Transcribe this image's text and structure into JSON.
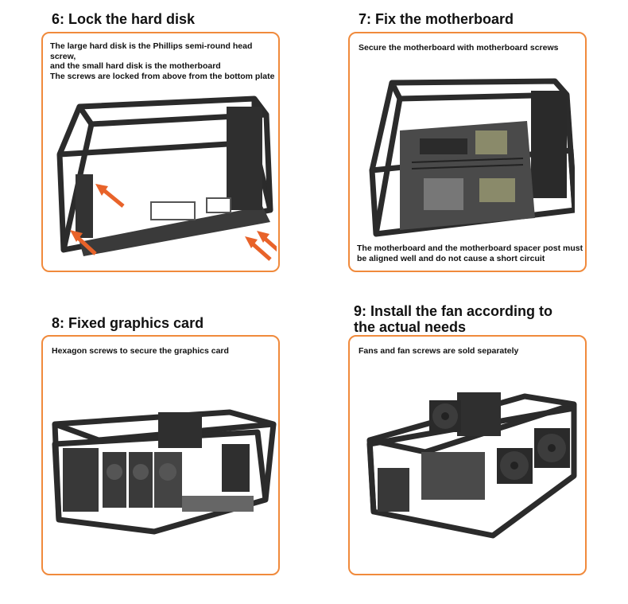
{
  "steps": [
    {
      "title": "6: Lock the hard disk",
      "notes": "The large hard disk is the Phillips semi-round head screw,\nand the small hard disk is the motherboard\nThe screws are locked from above from the bottom plate"
    },
    {
      "title": "7: Fix the motherboard",
      "notes": "Secure the motherboard with motherboard screws",
      "notes_bottom": "The motherboard and the motherboard spacer post must\nbe aligned well and do not cause a short circuit"
    },
    {
      "title": "8: Fixed graphics card",
      "notes": "Hexagon screws to secure the graphics card"
    },
    {
      "title": "9: Install the fan according to\nthe actual needs",
      "notes": "Fans and fan screws are sold separately"
    }
  ],
  "colors": {
    "accent": "#f08a3c",
    "arrow": "#e8632a",
    "frame": "#2b2b2b"
  }
}
